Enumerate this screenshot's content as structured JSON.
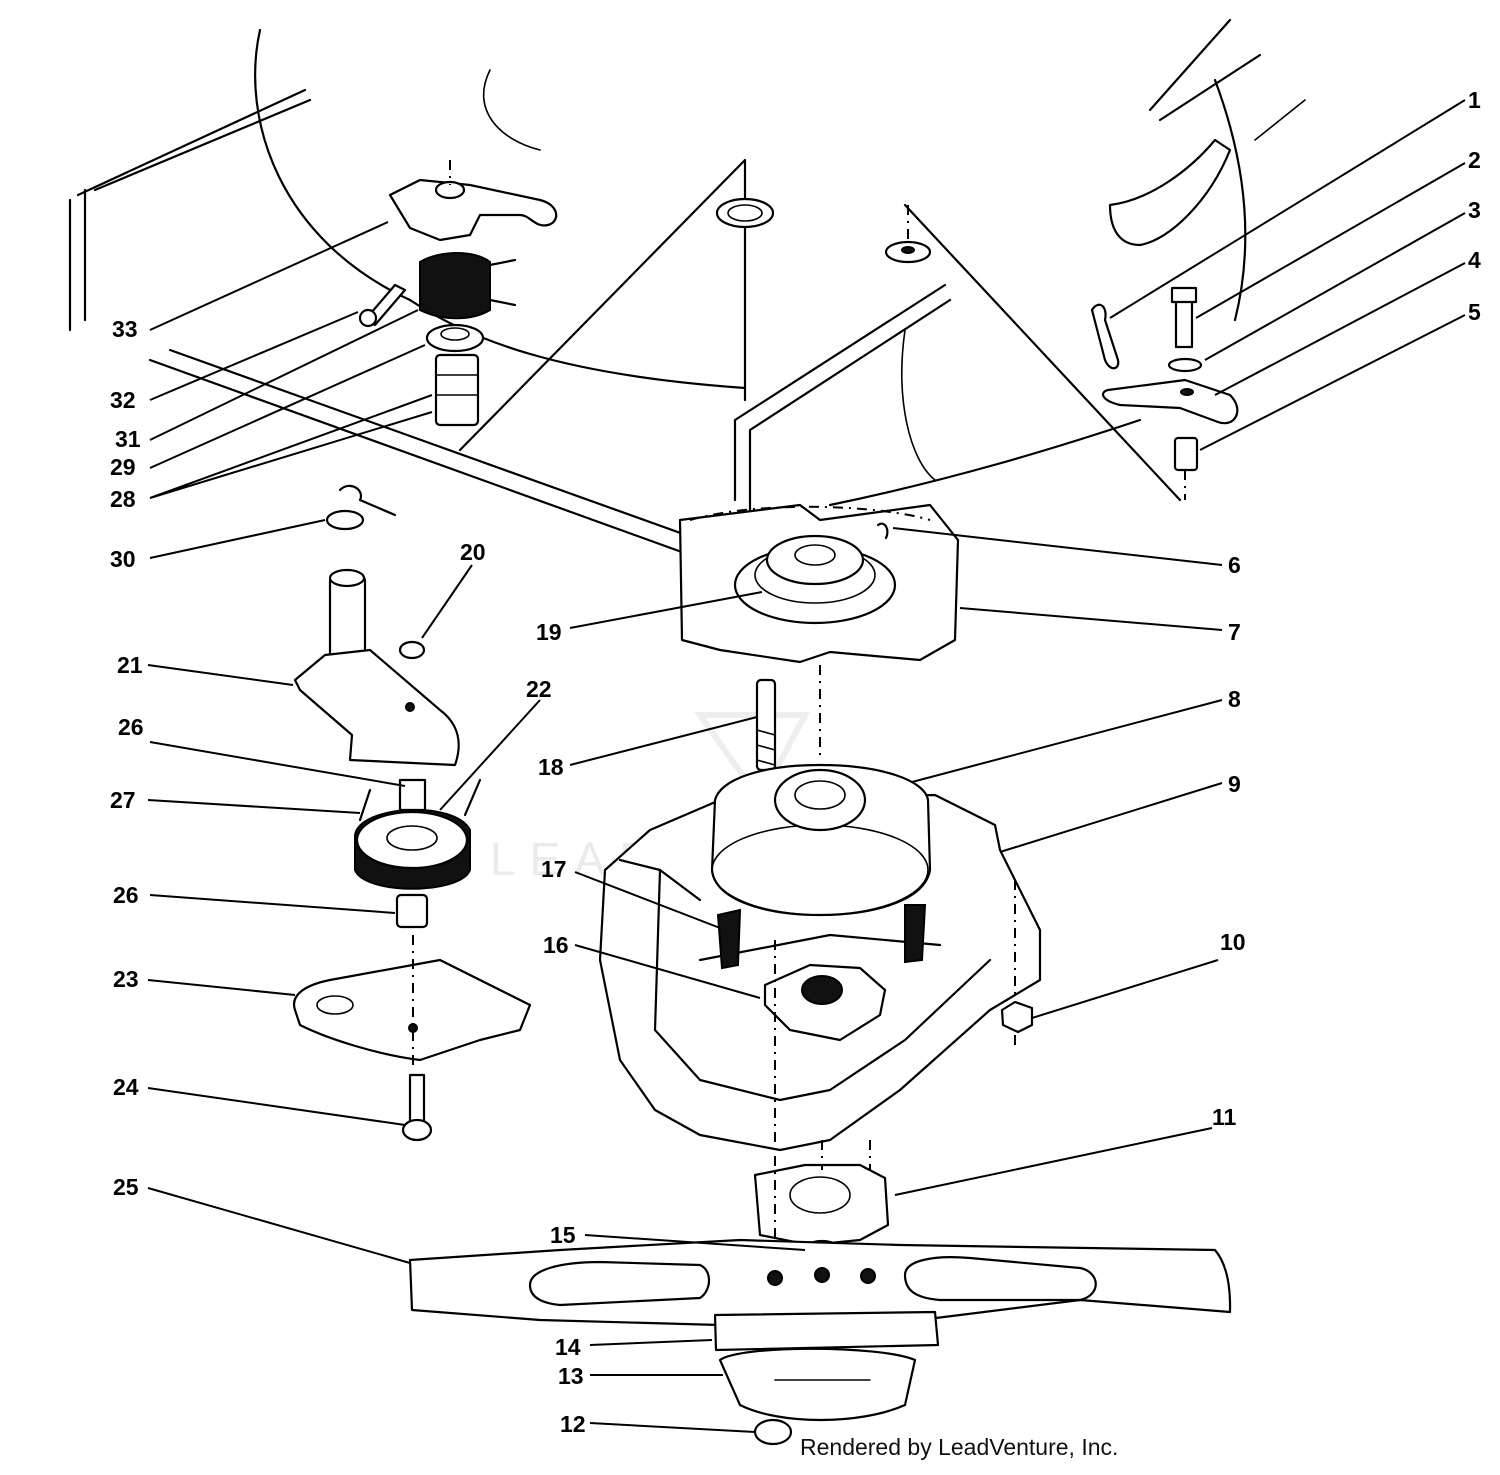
{
  "credit": "Rendered by LeadVenture, Inc.",
  "watermark": "LEADVENTURE",
  "callouts": [
    "1",
    "2",
    "3",
    "4",
    "5",
    "6",
    "7",
    "8",
    "9",
    "10",
    "11",
    "12",
    "13",
    "14",
    "15",
    "16",
    "17",
    "18",
    "19",
    "20",
    "21",
    "22",
    "23",
    "24",
    "25",
    "26",
    "26",
    "27",
    "28",
    "29",
    "30",
    "31",
    "32",
    "33"
  ]
}
